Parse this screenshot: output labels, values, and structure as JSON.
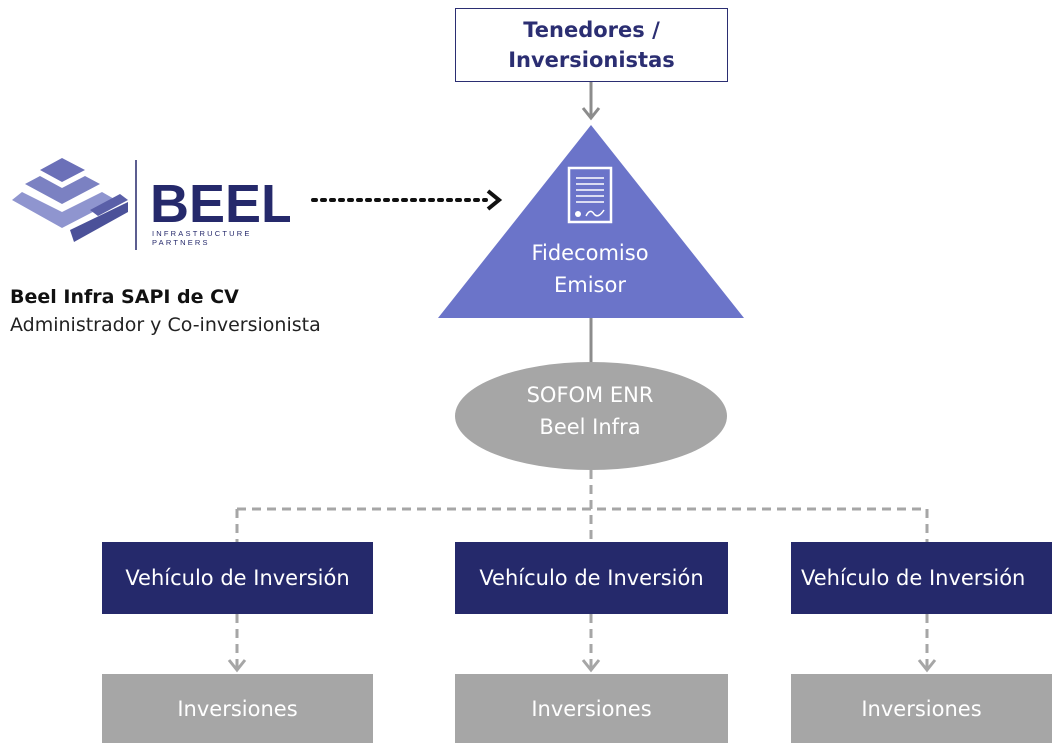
{
  "top_box": {
    "line1": "Tenedores /",
    "line2": "Inversionistas"
  },
  "trust": {
    "line1": "Fidecomiso",
    "line2": "Emisor"
  },
  "sofom": {
    "line1": "SOFOM ENR",
    "line2": "Beel Infra"
  },
  "logo": {
    "wordmark": "BEEL",
    "tagline_1": "INFRASTRUCTURE",
    "tagline_2": "PARTNERS"
  },
  "company": {
    "name": "Beel Infra SAPI de CV",
    "role": "Administrador y Co-inversionista"
  },
  "vehicles": [
    {
      "label": "Vehículo de Inversión"
    },
    {
      "label": "Vehículo de Inversión"
    },
    {
      "label": "Vehículo de Inversión"
    }
  ],
  "investments": [
    {
      "label": "Inversiones"
    },
    {
      "label": "Inversiones"
    },
    {
      "label": "Inversiones"
    }
  ],
  "colors": {
    "navy": "#25296b",
    "triangle": "#6b74c9",
    "gray_shape": "#a6a6a6",
    "connector": "#8c8c8c"
  }
}
